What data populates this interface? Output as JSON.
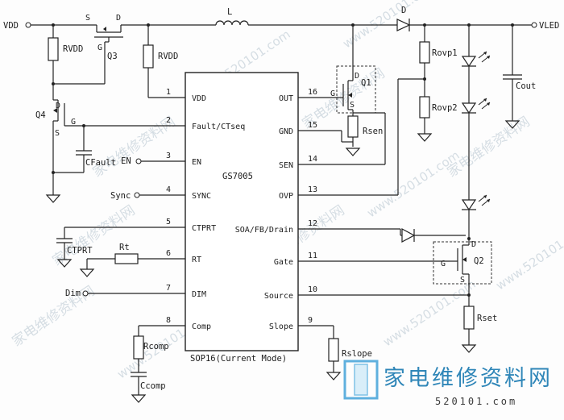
{
  "supply": {
    "vdd": "VDD",
    "vled": "VLED"
  },
  "switch_q3": {
    "name": "Q3",
    "source": "S",
    "drain": "D",
    "gate": "G"
  },
  "inductor": "L",
  "diode_d": "D",
  "resistors": {
    "rvdd_a": "RVDD",
    "rvdd_b": "RVDD",
    "rovp1": "Rovp1",
    "rovp2": "Rovp2",
    "rsen": "Rsen",
    "rt": "Rt",
    "rcomp": "Rcomp",
    "rslope": "Rslope",
    "rset": "Rset"
  },
  "capacitors": {
    "cout": "Cout",
    "cfault": "CFault",
    "ctprt": "CTPRT",
    "ccomp": "Ccomp"
  },
  "transistors": {
    "q1": {
      "name": "Q1",
      "gate": "G",
      "drain": "D",
      "source": "S"
    },
    "q2": {
      "name": "Q2",
      "gate": "G",
      "drain": "D",
      "source": "S"
    },
    "q4": {
      "name": "Q4",
      "gate": "G",
      "drain": "D",
      "source": "S"
    }
  },
  "inputs": {
    "en": "EN",
    "sync": "Sync",
    "dim": "Dim"
  },
  "ic": {
    "part": "GS7005",
    "package": "SOP16(Current Mode)",
    "left_pins": [
      {
        "num": "1",
        "name": "VDD"
      },
      {
        "num": "2",
        "name": "Fault/CTseq"
      },
      {
        "num": "3",
        "name": "EN"
      },
      {
        "num": "4",
        "name": "SYNC"
      },
      {
        "num": "5",
        "name": "CTPRT"
      },
      {
        "num": "6",
        "name": "RT"
      },
      {
        "num": "7",
        "name": "DIM"
      },
      {
        "num": "8",
        "name": "Comp"
      }
    ],
    "right_pins": [
      {
        "num": "16",
        "name": "OUT"
      },
      {
        "num": "15",
        "name": "GND"
      },
      {
        "num": "14",
        "name": "SEN"
      },
      {
        "num": "13",
        "name": "OVP"
      },
      {
        "num": "12",
        "name": "SOA/FB/Drain"
      },
      {
        "num": "11",
        "name": "Gate"
      },
      {
        "num": "10",
        "name": "Source"
      },
      {
        "num": "9",
        "name": "Slope"
      }
    ]
  },
  "watermark": {
    "brand": "家电维修资料网",
    "site": "520101.com",
    "tiles": [
      "家电维修资料网",
      "www.520101.com",
      "家电维修资料网",
      "www.520101.com",
      "家电维修资料网",
      "www.520101.com",
      "家电维修资料网",
      "www.520101.com",
      "家电维修资料网",
      "www.520101.com",
      "家电维修资料网",
      "www.520101.com"
    ]
  }
}
